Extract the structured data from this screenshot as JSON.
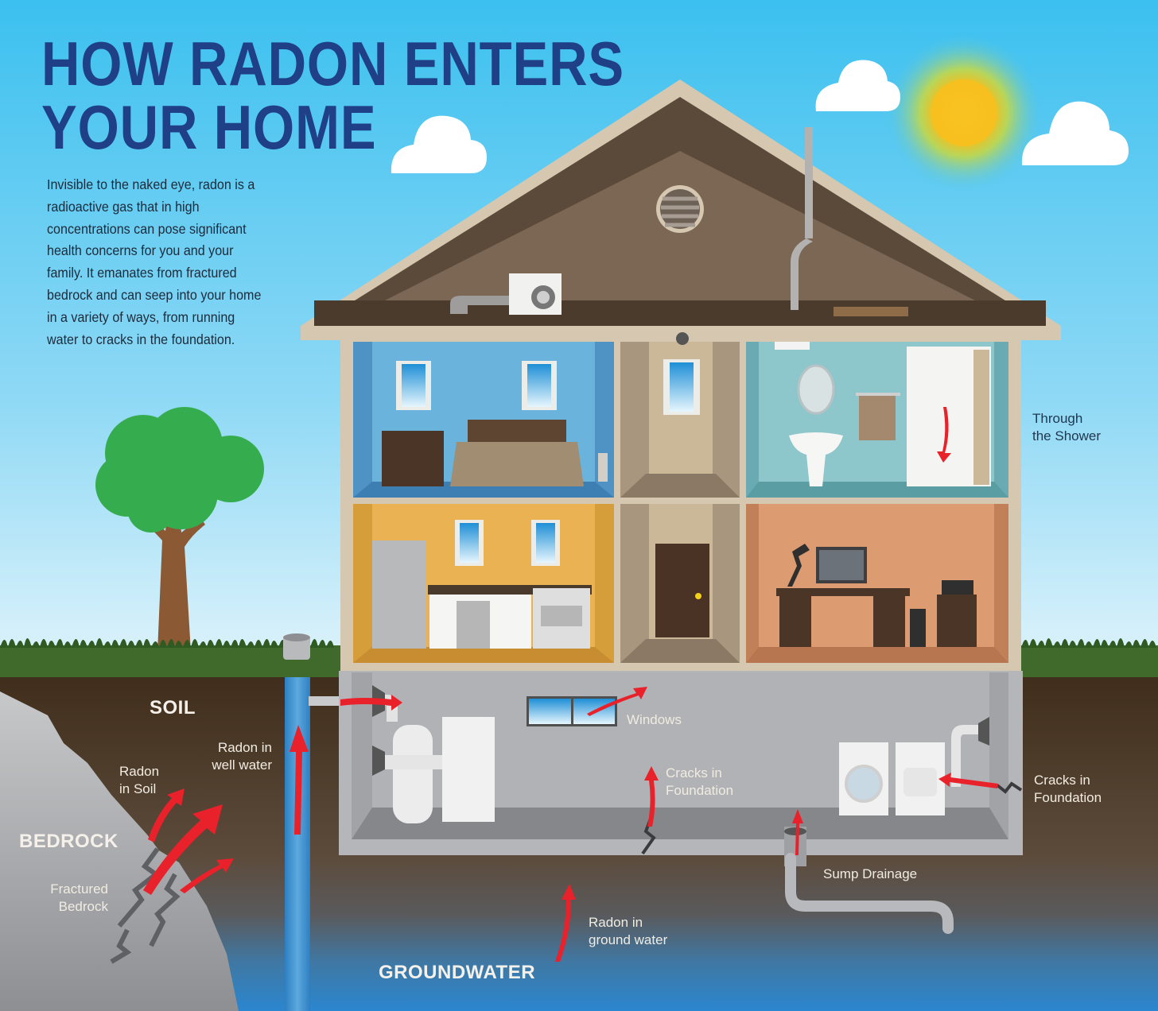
{
  "title": {
    "line1": "HOW RADON ENTERS",
    "line2": "YOUR HOME"
  },
  "intro": "Invisible to the naked eye, radon is a radioactive gas that in high concentrations can pose significant health concerns for you and your family. It emanates from fractured bedrock and can seep into your home in a variety of ways, from running water to cracks in the foundation.",
  "layers": {
    "soil": "SOIL",
    "bedrock": "BEDROCK",
    "groundwater": "GROUNDWATER"
  },
  "labels": {
    "shower": "Through\nthe Shower",
    "radon_soil": "Radon\nin Soil",
    "radon_well": "Radon in\nwell water",
    "fractured_bedrock": "Fractured\nBedrock",
    "windows": "Windows",
    "cracks_center": "Cracks in\nFoundation",
    "cracks_right": "Cracks in\nFoundation",
    "sump": "Sump Drainage",
    "radon_groundwater": "Radon in\nground water"
  },
  "colors": {
    "sky_top": "#3fc2ef",
    "sky_bottom": "#d6f1fb",
    "title": "#1f3f86",
    "roof_trim": "#d3c4ad",
    "attic_dark": "#5b4a3a",
    "attic_light": "#7a6652",
    "soil": "#4a3624",
    "bedrock": "#a9abaf",
    "groundwater": "#2f86c9",
    "grass": "#3f6a2c",
    "arrow": "#e8212b",
    "basement": "#a6a7ab"
  }
}
